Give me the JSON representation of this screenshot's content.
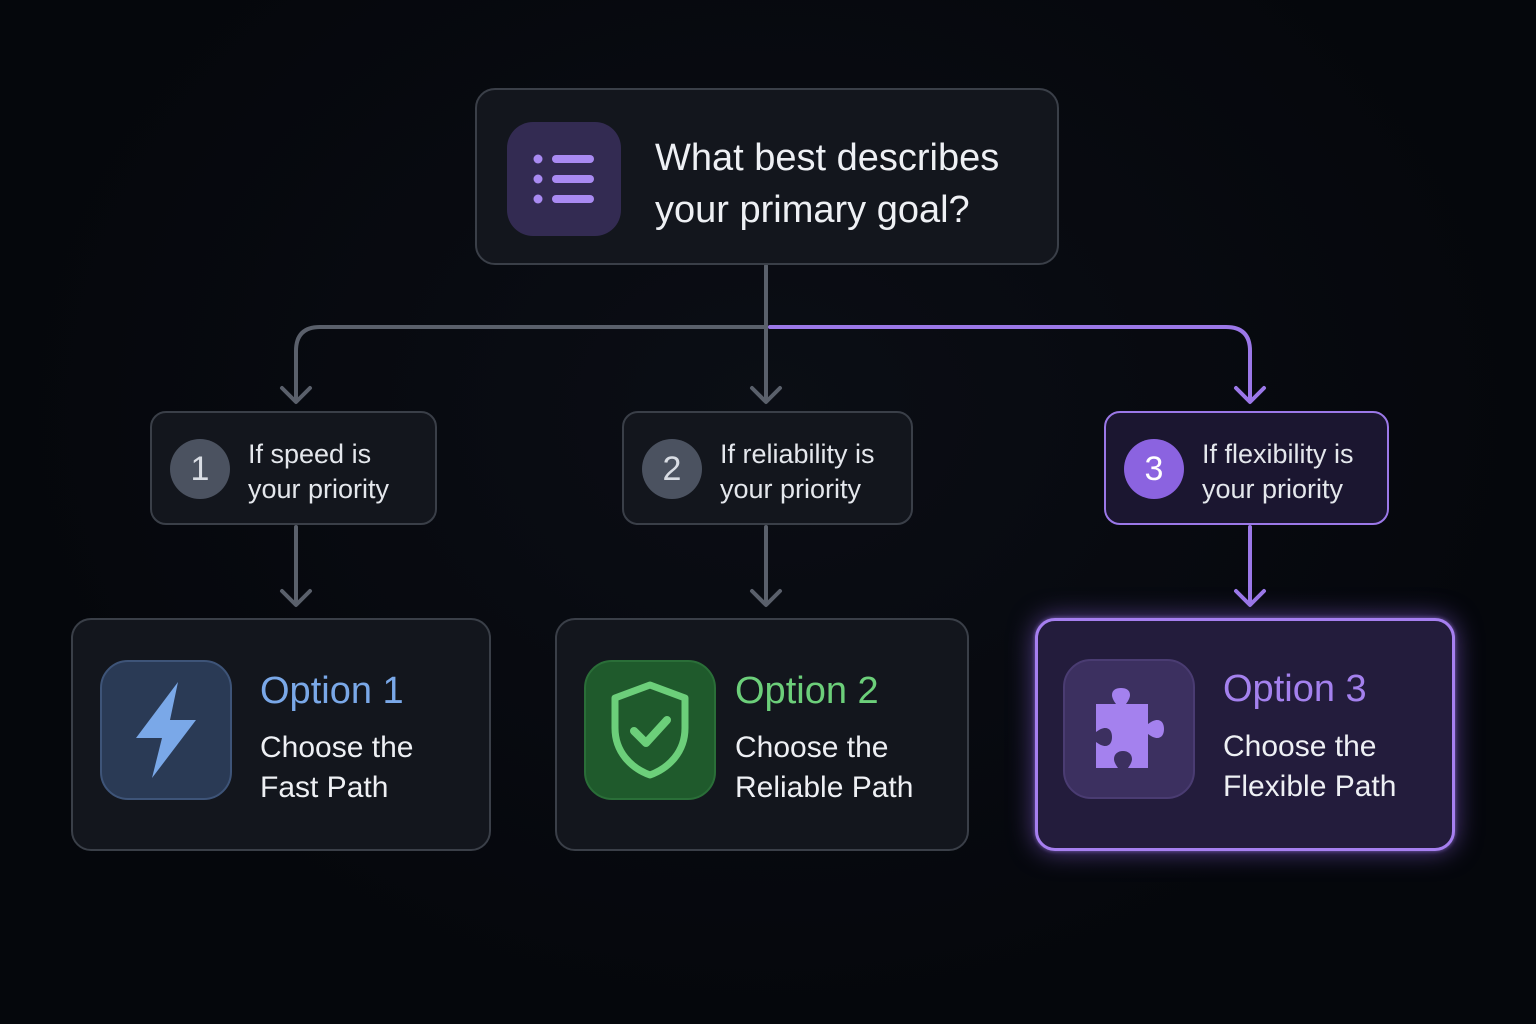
{
  "question": {
    "text": "What best describes\nyour primary goal?",
    "icon": "list-icon"
  },
  "conditions": [
    {
      "number": "1",
      "text": "If speed is\nyour priority"
    },
    {
      "number": "2",
      "text": "If reliability is\nyour priority"
    },
    {
      "number": "3",
      "text": "If flexibility is\nyour priority"
    }
  ],
  "options": [
    {
      "title": "Option 1",
      "description": "Choose the\nFast Path",
      "icon": "lightning-icon",
      "accent": "#7aa8e8"
    },
    {
      "title": "Option 2",
      "description": "Choose the\nReliable Path",
      "icon": "shield-check-icon",
      "accent": "#6ccf7a"
    },
    {
      "title": "Option 3",
      "description": "Choose the\nFlexible Path",
      "icon": "puzzle-icon",
      "accent": "#a481ee"
    }
  ],
  "colors": {
    "connector": "#5a606b",
    "highlight": "#9b78e8",
    "background": "#05070c"
  }
}
